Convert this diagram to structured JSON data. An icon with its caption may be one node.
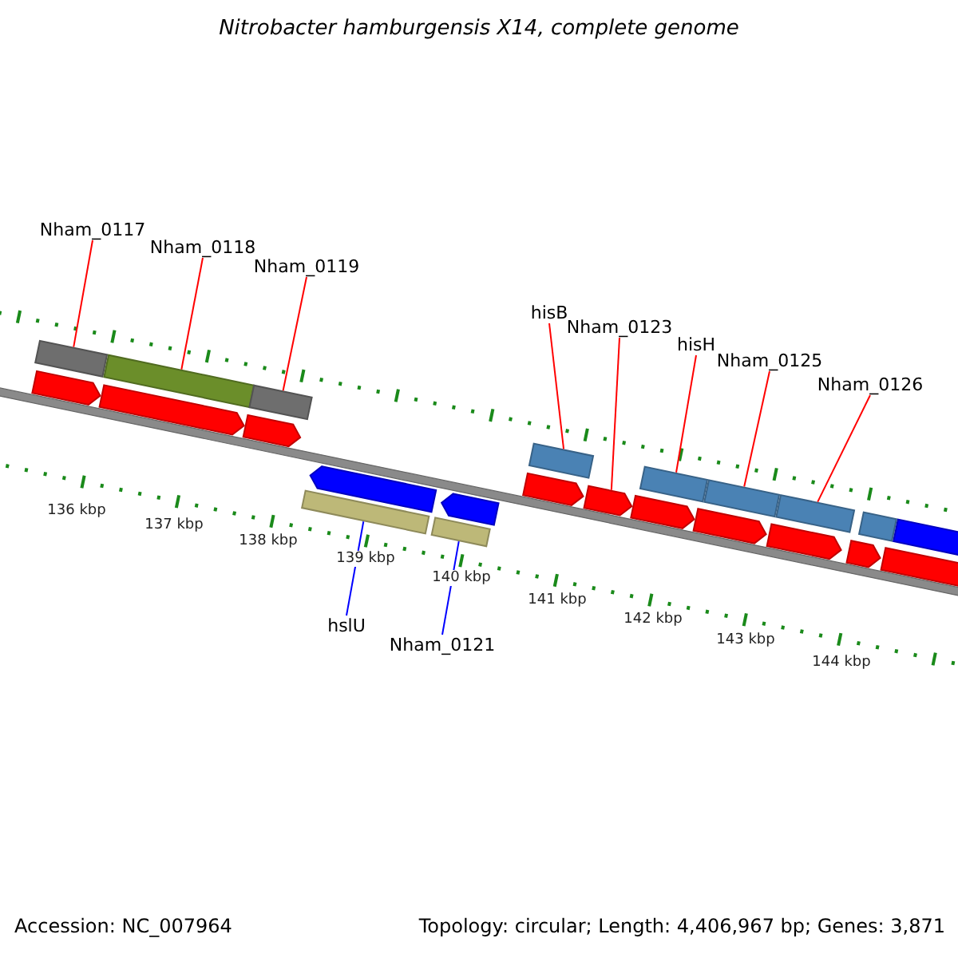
{
  "diagram": {
    "title": "Nitrobacter hamburgensis X14, complete genome",
    "nodes": [
      {
        "text": [
          "Nham_0117"
        ]
      },
      {
        "text": [
          "Nham_0118"
        ]
      },
      {
        "text": [
          "Nham_0119"
        ]
      },
      {
        "text": [
          "hisB"
        ]
      },
      {
        "text": [
          "Nham_0123"
        ]
      },
      {
        "text": [
          "hisH"
        ]
      },
      {
        "text": [
          "Nham_0125"
        ]
      },
      {
        "text": [
          "Nham_0126"
        ]
      },
      {
        "text": [
          "hslU"
        ]
      },
      {
        "text": [
          "Nham_0121"
        ]
      },
      {
        "text": [],
        "shape": "bar"
      },
      {
        "text": [],
        "shape": "arrow"
      },
      {
        "text": [],
        "shape": "bar"
      },
      {
        "text": [],
        "shape": "arrow"
      },
      {
        "text": [],
        "shape": "bar"
      },
      {
        "text": [],
        "shape": "arrow"
      },
      {
        "text": [],
        "shape": "bar"
      },
      {
        "text": [],
        "shape": "arrow"
      },
      {
        "text": [],
        "shape": "bar"
      },
      {
        "text": [],
        "shape": "arrow"
      },
      {
        "text": [],
        "shape": "bar"
      },
      {
        "text": [],
        "shape": "arrow"
      },
      {
        "text": [],
        "shape": "arrow"
      },
      {
        "text": [],
        "shape": "arrow"
      },
      {
        "text": [],
        "shape": "bar"
      },
      {
        "text": [],
        "shape": "arrow"
      },
      {
        "text": [],
        "shape": "bar"
      },
      {
        "text": [],
        "shape": "arrow"
      },
      {
        "text": [],
        "shape": "bar"
      },
      {
        "text": [],
        "shape": "arrow"
      },
      {
        "text": [],
        "shape": "bar"
      },
      {
        "text": [],
        "shape": "arrow"
      },
      {
        "text": [],
        "shape": "bar"
      }
    ],
    "edges": [
      {
        "from": 0,
        "to": 10,
        "arrow": "none"
      },
      {
        "from": 1,
        "to": 12,
        "arrow": "none"
      },
      {
        "from": 2,
        "to": 14,
        "arrow": "none"
      },
      {
        "from": 3,
        "to": 20,
        "arrow": "none"
      },
      {
        "from": 4,
        "to": 22,
        "arrow": "none"
      },
      {
        "from": 5,
        "to": 24,
        "arrow": "none"
      },
      {
        "from": 6,
        "to": 26,
        "arrow": "none"
      },
      {
        "from": 7,
        "to": 28,
        "arrow": "none"
      },
      {
        "from": 8,
        "to": 16,
        "arrow": "none",
        "color": "#0000ff"
      },
      {
        "from": 9,
        "to": 18,
        "arrow": "none",
        "color": "#0000ff"
      }
    ],
    "labels": [
      "136 kbp",
      "137 kbp",
      "138 kbp",
      "139 kbp",
      "140 kbp",
      "141 kbp",
      "142 kbp",
      "143 kbp",
      "144 kbp",
      "Accession: NC_007964",
      "Topology: circular; Length: 4,406,967 bp; Genes: 3,871"
    ]
  }
}
